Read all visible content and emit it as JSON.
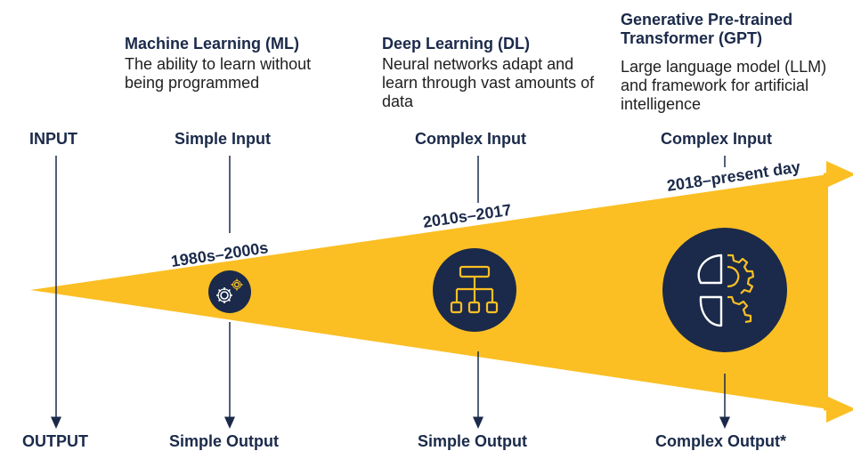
{
  "colors": {
    "navy": "#1b2a4a",
    "gold": "#fbbf24",
    "text": "#1f1f1f"
  },
  "axis": {
    "input_label": "INPUT",
    "output_label": "OUTPUT"
  },
  "eras": [
    {
      "title": "Machine Learning (ML)",
      "description": "The ability to learn without being programmed",
      "period": "1980s–2000s",
      "input": "Simple Input",
      "output": "Simple Output",
      "icon": "gears-icon"
    },
    {
      "title": "Deep Learning (DL)",
      "description": "Neural networks adapt and learn through vast amounts of data",
      "period": "2010s–2017",
      "input": "Complex Input",
      "output": "Simple Output",
      "icon": "hierarchy-icon"
    },
    {
      "title": "Generative Pre-trained Transformer (GPT)",
      "description": "Large language model (LLM) and framework for artificial intelligence",
      "period": "2018–present day",
      "input": "Complex Input",
      "output": "Complex Output*",
      "icon": "ai-head-gear-icon"
    }
  ]
}
